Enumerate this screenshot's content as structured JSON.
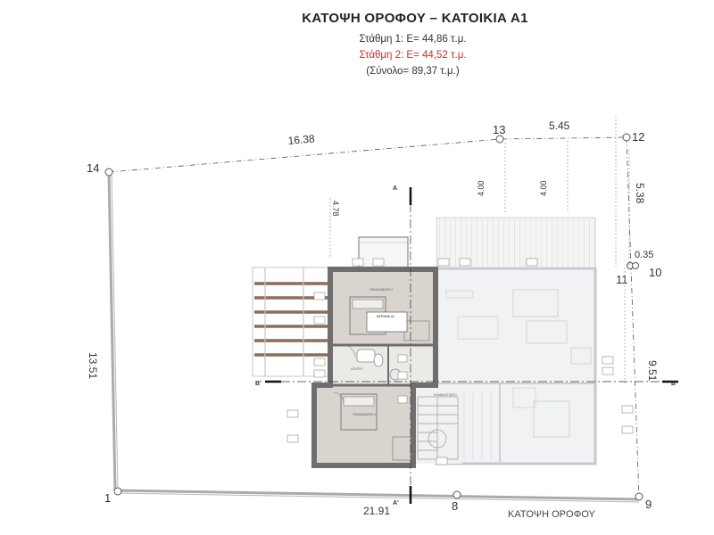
{
  "header": {
    "title": "ΚΑΤΟΨΗ ΟΡΟΦΟΥ – ΚΑΤΟΙΚΙΑ Α1",
    "level1": "Στάθμη 1: Ε= 44,86 τ.μ.",
    "level2": "Στάθμη 2: Ε= 44,52 τ.μ.",
    "total": "(Σύνολο= 89,37 τ.μ.)",
    "level2_color": "#c8302c"
  },
  "plot": {
    "corners": [
      "1",
      "8",
      "9",
      "10",
      "11",
      "12",
      "13",
      "14"
    ],
    "dimensions": {
      "d16_38": "16.38",
      "d5_45": "5.45",
      "d13_51": "13.51",
      "d21_91": "21.91",
      "d9_51": "9.51",
      "d5_38": "5.38",
      "d0_35": "0.35",
      "d4_00a": "4.00",
      "d4_00b": "4.00",
      "d4_78": "4.78"
    }
  },
  "sections": {
    "a_top": "A",
    "a_bottom": "A'",
    "b_left": "B'",
    "b_right": "B"
  },
  "rooms": {
    "bedroom2": "ΥΠΝΟΔΩΜΑΤΙΟ 2",
    "bedroom1": "ΥΠΝΟΔΩΜΑΤΙΟ 1",
    "bathroom": "ΛΟΥΤΡΟ",
    "stair": "ΚΛΙΜΑΚΟΣΤΑΣΙΟ",
    "area_box_title": "ΚΑΤΟΙΚΙΑ Α1"
  },
  "footer": {
    "label": "ΚΑΤΟΨΗ ΟΡΟΦΟΥ"
  },
  "colors": {
    "wall": "#6e6e6e",
    "floor": "#d9d4cd",
    "faded_wall": "#b9c0c9",
    "pergola": "#8c6e5a"
  }
}
